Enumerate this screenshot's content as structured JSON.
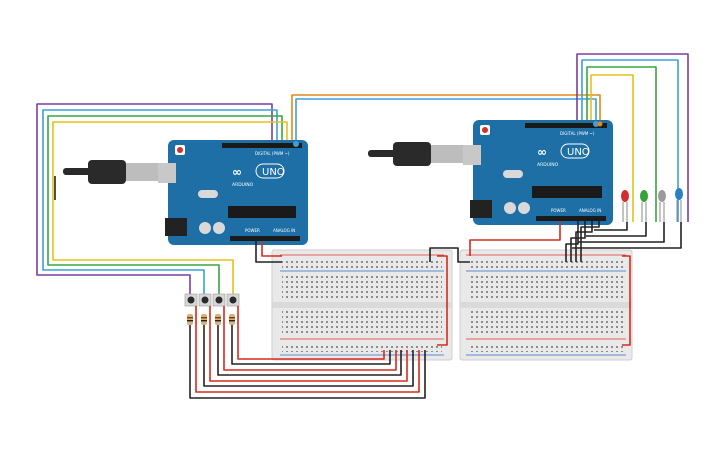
{
  "boards": [
    {
      "name": "arduino-uno-left",
      "brand": "ARDUINO",
      "model": "UNO",
      "digital_label": "DIGITAL (PWM ~)",
      "power_label": "POWER",
      "analog_label": "ANALOG IN"
    },
    {
      "name": "arduino-uno-right",
      "brand": "ARDUINO",
      "model": "UNO",
      "digital_label": "DIGITAL (PWM ~)",
      "power_label": "POWER",
      "analog_label": "ANALOG IN"
    }
  ],
  "components": {
    "buttons": 4,
    "resistors": 4,
    "leds": [
      "red-led",
      "green-led",
      "white-led",
      "blue-led"
    ]
  },
  "colors": {
    "board": "#1d6fa5",
    "board_dark": "#15557f",
    "breadboard": "#e9e9e9",
    "rail_red": "#d9342b",
    "rail_blue": "#2b6cc4",
    "wire_purple": "#7b3f9e",
    "wire_blue": "#3ba0d9",
    "wire_green": "#3aa543",
    "wire_yellow": "#e3c21c",
    "wire_orange": "#e08a1c",
    "wire_red": "#d52b1e",
    "wire_black": "#222222",
    "wire_gray": "#9a9a9a"
  }
}
